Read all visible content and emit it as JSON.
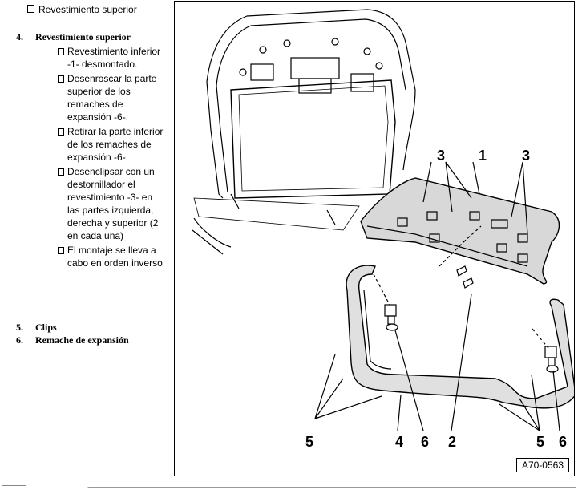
{
  "top_bullet": "Revestimiento superior",
  "items": [
    {
      "num": "4.",
      "title": "Revestimiento superior"
    },
    {
      "num": "5.",
      "title": "Clips"
    },
    {
      "num": "6.",
      "title": "Remache de expansión"
    }
  ],
  "steps": [
    "Revestimiento inferior -1- desmontado.",
    "Desenroscar la parte superior de los remaches de expansión -6-.",
    "Retirar la parte inferior de los remaches de expansión -6-.",
    "Desenclipsar con un destornillador el revestimiento -3- en las partes izquierda, derecha y superior (2 en cada una)",
    "El montaje se lleva a cabo en orden inverso"
  ],
  "figure": {
    "code": "A70-0563",
    "callouts": {
      "c1": "1",
      "c2": "2",
      "c3a": "3",
      "c3b": "3",
      "c4": "4",
      "c5a": "5",
      "c5b": "5",
      "c6a": "6",
      "c6b": "6"
    }
  }
}
